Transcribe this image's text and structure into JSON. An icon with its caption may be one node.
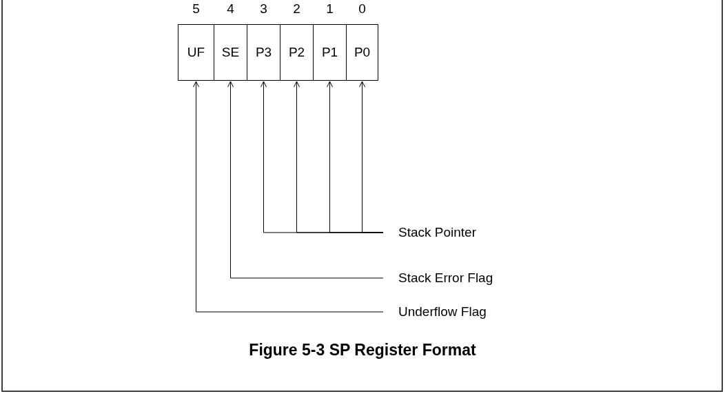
{
  "diagram": {
    "caption": "Figure 5-3  SP Register Format",
    "nodes": [
      {
        "text": [
          "UF"
        ],
        "beside": [
          "5"
        ]
      },
      {
        "text": [
          "SE"
        ],
        "beside": [
          "4"
        ]
      },
      {
        "text": [
          "P3"
        ],
        "beside": [
          "3"
        ]
      },
      {
        "text": [
          "P2"
        ],
        "beside": [
          "2"
        ]
      },
      {
        "text": [
          "P1"
        ],
        "beside": [
          "1"
        ]
      },
      {
        "text": [
          "P0"
        ],
        "beside": [
          "0"
        ]
      },
      {
        "text": [
          "Stack Pointer"
        ]
      },
      {
        "text": [
          "Stack Error Flag"
        ]
      },
      {
        "text": [
          "Underflow Flag"
        ]
      }
    ],
    "edges": [
      {
        "from": 6,
        "to": 2,
        "arrow": "to"
      },
      {
        "from": 6,
        "to": 3,
        "arrow": "to"
      },
      {
        "from": 6,
        "to": 4,
        "arrow": "to"
      },
      {
        "from": 6,
        "to": 5,
        "arrow": "to"
      },
      {
        "from": 7,
        "to": 1,
        "arrow": "to"
      },
      {
        "from": 8,
        "to": 0,
        "arrow": "to"
      }
    ]
  }
}
